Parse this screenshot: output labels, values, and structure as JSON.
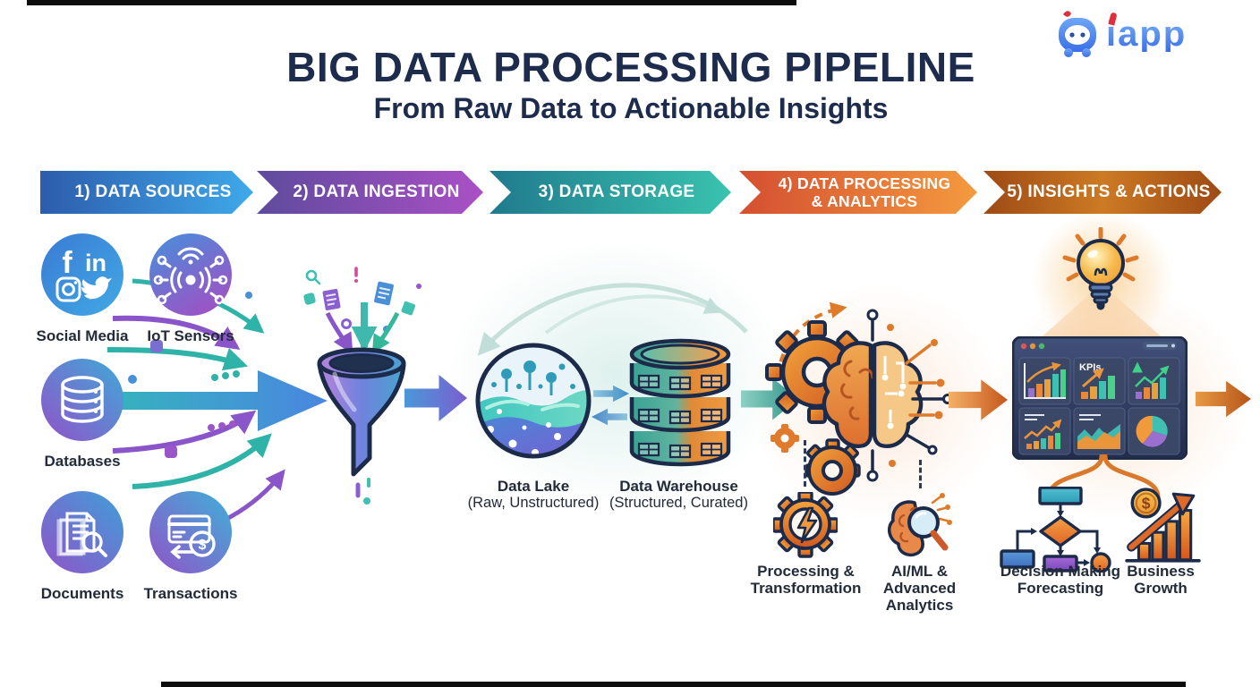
{
  "header": {
    "title": "BIG DATA PROCESSING PIPELINE",
    "subtitle": "From Raw Data to Actionable Insights"
  },
  "logo": {
    "brand": "iapp",
    "icon": "robot-mascot-icon"
  },
  "stages": [
    {
      "label": "1) DATA SOURCES",
      "gradient_from": "#2d5cac",
      "gradient_to": "#3fa9ea"
    },
    {
      "label": "2) DATA INGESTION",
      "gradient_from": "#5e4b9d",
      "gradient_to": "#aa50c5"
    },
    {
      "label": "3) DATA STORAGE",
      "gradient_from": "#207a8d",
      "gradient_to": "#39c3af"
    },
    {
      "label": "4) DATA PROCESSING & ANALYTICS",
      "line1": "4) DATA PROCESSING",
      "line2": "& ANALYTICS",
      "gradient_from": "#d44f31",
      "gradient_to": "#f49a3e"
    },
    {
      "label": "5) INSIGHTS & ACTIONS",
      "gradient_from": "#9d4a15",
      "gradient_to": "#cd7a24"
    }
  ],
  "sources": {
    "items": [
      {
        "label": "Social Media",
        "icon": "social-media-icon"
      },
      {
        "label": "IoT Sensors",
        "icon": "iot-sensors-icon"
      },
      {
        "label": "Databases",
        "icon": "database-icon"
      },
      {
        "label": "Documents",
        "icon": "documents-icon"
      },
      {
        "label": "Transactions",
        "icon": "transactions-icon"
      }
    ]
  },
  "ingestion": {
    "icon": "funnel-icon"
  },
  "storage": {
    "lake": {
      "label": "Data Lake",
      "sublabel": "(Raw, Unstructured)",
      "icon": "data-lake-icon"
    },
    "warehouse": {
      "label": "Data Warehouse",
      "sublabel": "(Structured, Curated)",
      "icon": "data-warehouse-icon"
    }
  },
  "processing": {
    "main_icon": "gears-brain-icon",
    "items": [
      {
        "line1": "Processing &",
        "line2": "Transformation",
        "icon": "gear-lightning-icon"
      },
      {
        "line1": "AI/ML &",
        "line2": "Advanced",
        "line3": "Analytics",
        "icon": "brain-magnifier-icon"
      }
    ]
  },
  "insights": {
    "bulb_icon": "lightbulb-icon",
    "dashboard": {
      "kpi_label": "KPIs",
      "icon": "dashboard-icon"
    },
    "items": [
      {
        "line1": "Decision Making",
        "line2": "Forecasting",
        "icon": "flowchart-icon"
      },
      {
        "line1": "Business",
        "line2": "Growth",
        "icon": "growth-chart-icon"
      }
    ]
  },
  "glyphs": {
    "facebook": "f",
    "linkedin": "in",
    "dollar": "$"
  },
  "colors": {
    "title": "#1d2b4c",
    "label": "#222b3a",
    "outline": "#1d2b4a"
  }
}
